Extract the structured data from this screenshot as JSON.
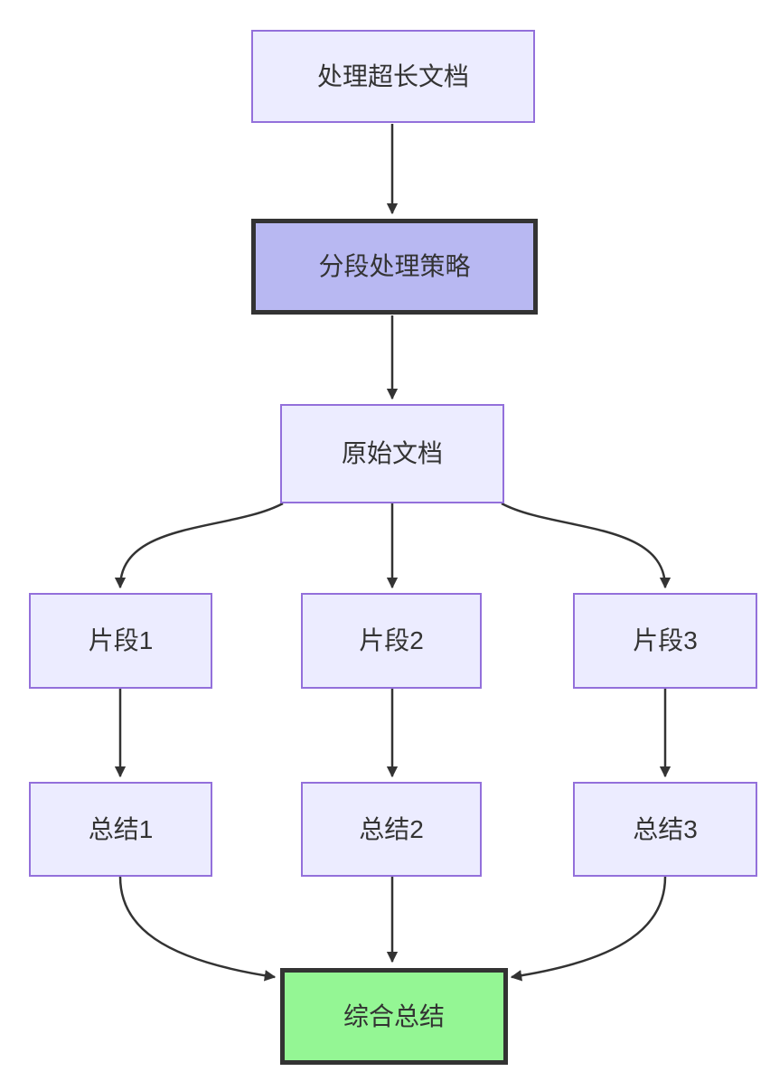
{
  "diagram": {
    "type": "flowchart",
    "direction": "top-down",
    "nodes": {
      "start": {
        "label": "处理超长文档"
      },
      "strategy": {
        "label": "分段处理策略"
      },
      "source": {
        "label": "原始文档"
      },
      "segment1": {
        "label": "片段1"
      },
      "segment2": {
        "label": "片段2"
      },
      "segment3": {
        "label": "片段3"
      },
      "summary1": {
        "label": "总结1"
      },
      "summary2": {
        "label": "总结2"
      },
      "summary3": {
        "label": "总结3"
      },
      "final": {
        "label": "综合总结"
      }
    },
    "edges": [
      {
        "from": "start",
        "to": "strategy"
      },
      {
        "from": "strategy",
        "to": "source"
      },
      {
        "from": "source",
        "to": "segment1"
      },
      {
        "from": "source",
        "to": "segment2"
      },
      {
        "from": "source",
        "to": "segment3"
      },
      {
        "from": "segment1",
        "to": "summary1"
      },
      {
        "from": "segment2",
        "to": "summary2"
      },
      {
        "from": "segment3",
        "to": "summary3"
      },
      {
        "from": "summary1",
        "to": "final"
      },
      {
        "from": "summary2",
        "to": "final"
      },
      {
        "from": "summary3",
        "to": "final"
      }
    ],
    "colors": {
      "background": "#FFFFFF",
      "node_fill": "#ECECFF",
      "node_border": "#9370DB",
      "strategy_fill": "#B8B8F2",
      "strategy_border": "#333333",
      "final_fill": "#94F694",
      "final_border": "#333333",
      "edge": "#333333",
      "text": "#333333"
    }
  }
}
